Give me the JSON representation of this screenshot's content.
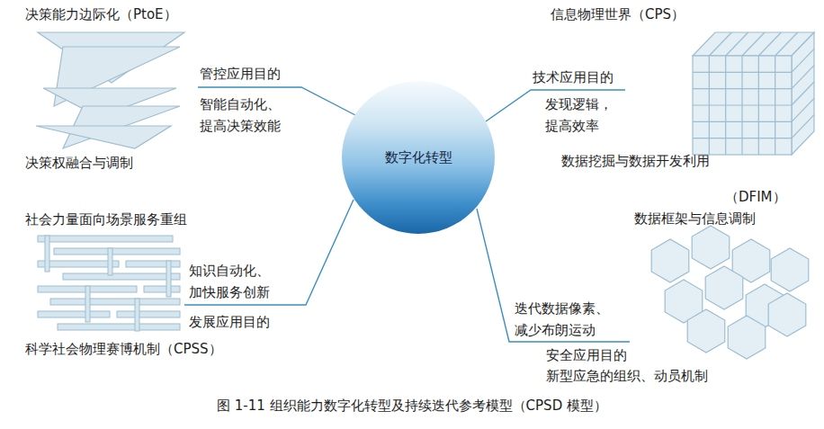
{
  "diagram": {
    "caption": "图 1-11 组织能力数字化转型及持续迭代参考模型（CPSD 模型）",
    "nodes": [
      {
        "text": [
          "数字化转型"
        ]
      }
    ],
    "labels": [
      "决策能力边际化（PtoE）",
      "管控应用目的",
      "智能自动化、 提高决策效能",
      "决策权融合与调制",
      "信息物理世界（CPS）",
      "技术应用目的",
      "发现逻辑， 提高效率",
      "数据挖掘与数据开发利用",
      "（DFIM）",
      "数据框架与信息调制",
      "社会力量面向场景服务重组",
      "知识自动化、 加快服务创新",
      "发展应用目的",
      "科学社会物理赛博机制（CPSS）",
      "迭代数据像素、 减少布朗运动",
      "安全应用目的",
      "新型应急的组织、动员机制"
    ]
  }
}
